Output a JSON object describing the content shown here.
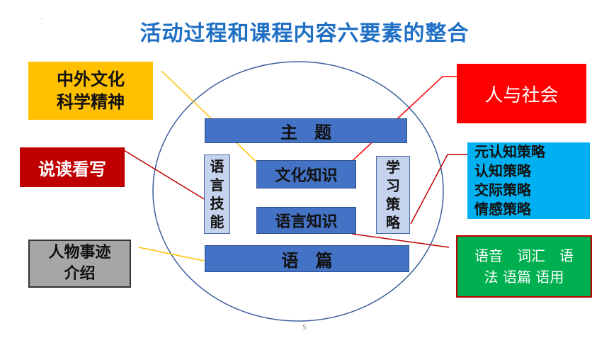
{
  "title": "活动过程和课程内容六要素的整合",
  "page_number": "5",
  "center": {
    "theme": "主　题",
    "discourse": "语　篇",
    "culture_knowledge": "文化知识",
    "language_knowledge": "语言知识",
    "language_skills": "语\n言\n技\n能",
    "learning_strategies": "学\n习\n策\n略"
  },
  "labels": {
    "culture_spirit": "中外文化\n科学精神",
    "skills": "说读看写",
    "people_deeds": "人物事迹\n介绍",
    "person_society": "人与社会",
    "strategies": "元认知策略\n认知策略\n交际策略\n情感策略",
    "language_items": "语音　词汇　语\n法 语篇 语用"
  },
  "colors": {
    "title": "#1f6fc5",
    "yellow": "#ffc000",
    "red": "#c00000",
    "bright_red": "#ff0000",
    "cyan": "#00b0f0",
    "green": "#00b050",
    "grey": "#a6a6a6",
    "bar_blue": "#4472c4"
  }
}
